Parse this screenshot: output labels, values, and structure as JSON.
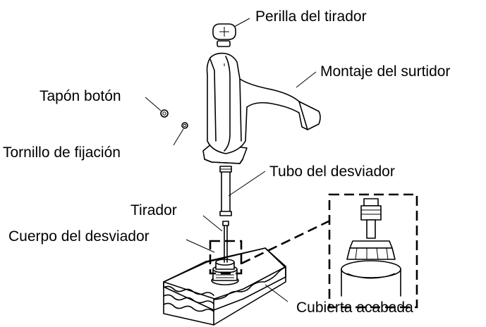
{
  "labels": {
    "handle_knob": "Perilla del tirador",
    "spout_assembly": "Montaje del surtidor",
    "button_plug": "Tapón botón",
    "set_screw": "Tornillo de fijación",
    "diverter_tube": "Tubo del desviador",
    "lift_rod": "Tirador",
    "diverter_body": "Cuerpo del desviador",
    "finished_deck": "Cubierta acabada"
  },
  "icons": {
    "knob": "handle-knob",
    "spout": "faucet-spout",
    "plug": "button-plug",
    "screw": "set-screw",
    "tube": "diverter-tube",
    "rod": "lift-rod",
    "body": "diverter-body",
    "deck": "countertop-deck",
    "detail": "detail-magnifier"
  }
}
